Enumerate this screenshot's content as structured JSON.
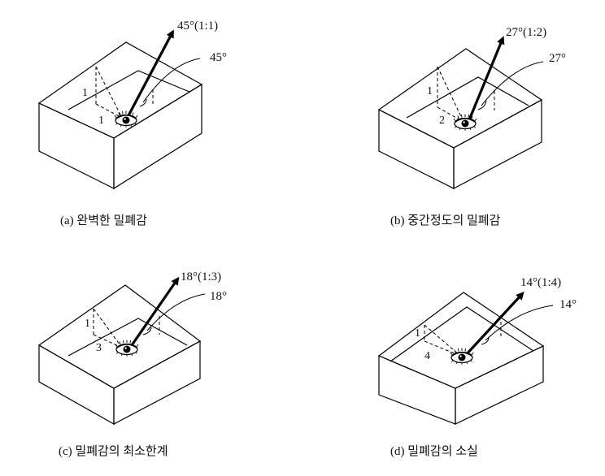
{
  "panels": [
    {
      "id": "a",
      "caption": "(a) 완벽한 밀폐감",
      "ratio_label": "45°(1:1)",
      "angle_label": "45°",
      "height_label": "1",
      "distance_label": "1",
      "angle_deg": 45,
      "ratio_height": 1,
      "ratio_distance": 1
    },
    {
      "id": "b",
      "caption": "(b) 중간정도의 밀폐감",
      "ratio_label": "27°(1:2)",
      "angle_label": "27°",
      "height_label": "1",
      "distance_label": "2",
      "angle_deg": 27,
      "ratio_height": 1,
      "ratio_distance": 2
    },
    {
      "id": "c",
      "caption": "(c) 밀폐감의 최소한계",
      "ratio_label": "18°(1:3)",
      "angle_label": "18°",
      "height_label": "1",
      "distance_label": "3",
      "angle_deg": 18,
      "ratio_height": 1,
      "ratio_distance": 3
    },
    {
      "id": "d",
      "caption": "(d) 밀폐감의 소실",
      "ratio_label": "14°(1:4)",
      "angle_label": "14°",
      "height_label": "1",
      "distance_label": "4",
      "angle_deg": 14,
      "ratio_height": 1,
      "ratio_distance": 4
    }
  ]
}
